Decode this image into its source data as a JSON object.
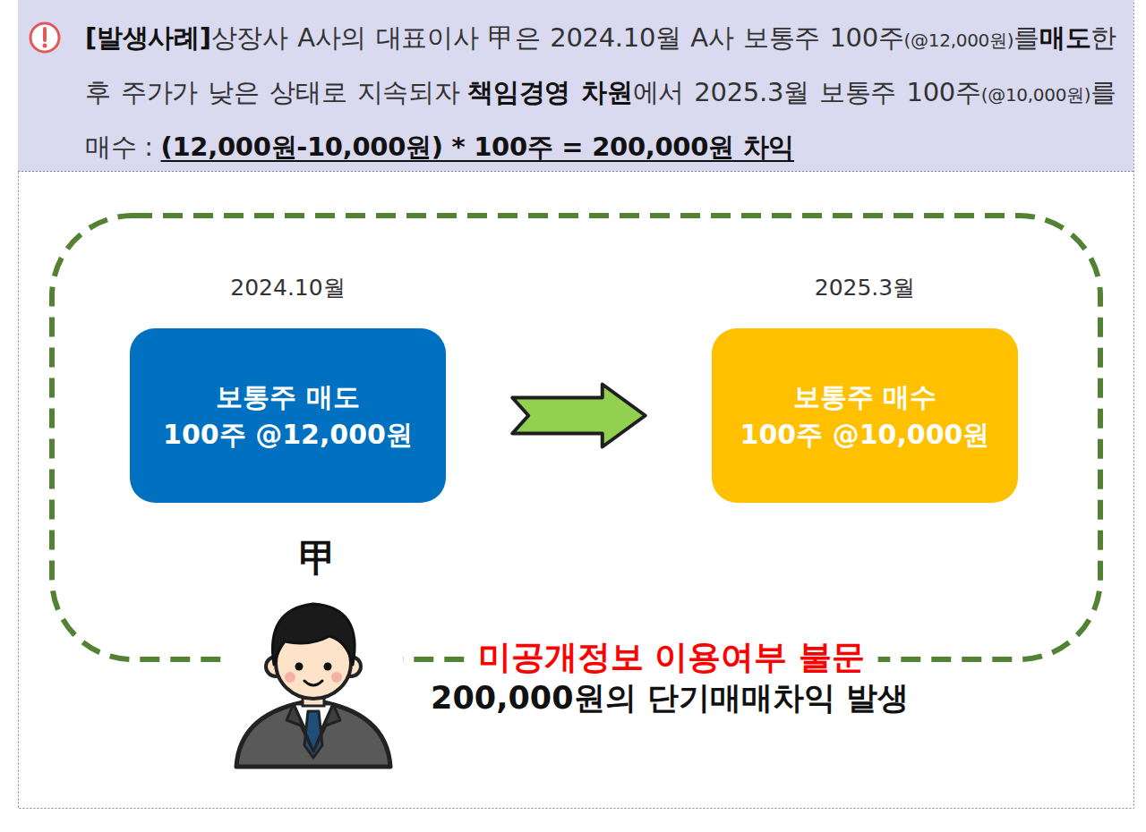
{
  "diagram": {
    "nodes": [
      {
        "text": [
          "[발생사례]",
          "상장사 A사의 대표이사 甲은 2024.10월 A사 보통주 100주",
          "(@12,000원)",
          "를",
          "매도",
          "한 후 주가가 낮은 상태로 지속되자",
          "책임경영 차원",
          "에서 2025.3월 보통주 100주",
          "(@10,000원)",
          "를 매수 :",
          "(12,000원-10,000원) * 100주 = 200,000원 차익"
        ]
      },
      {
        "text": [
          "미공개정보 이용여부 불문",
          "200,000원의 단기매매차익 발생"
        ]
      },
      {
        "text": [
          "2024.10월",
          "보통주 매도",
          "100주 @12,000원"
        ],
        "in": 1
      },
      {
        "text": [
          "2025.3월",
          "보통주 매수",
          "100주 @10,000원"
        ],
        "in": 1
      }
    ],
    "edges": [
      {
        "from": 2,
        "to": 3,
        "arrow": "to"
      }
    ],
    "labels": [
      "甲"
    ]
  }
}
